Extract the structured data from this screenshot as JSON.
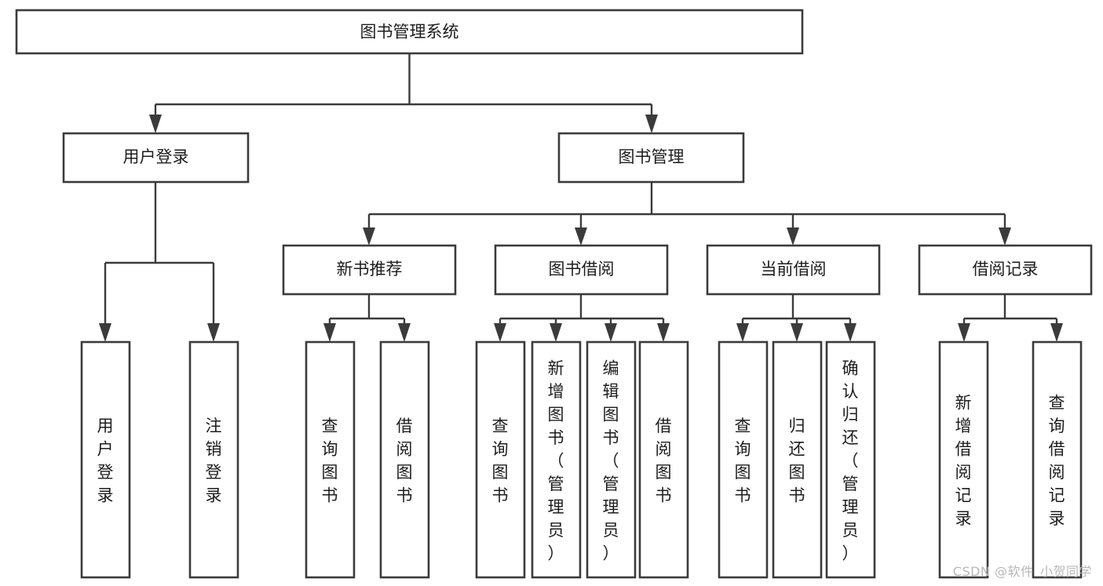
{
  "diagram": {
    "type": "tree",
    "title": "图书管理系统",
    "watermark": "CSDN @软件_小贺同学",
    "colors": {
      "box_stroke": "#3b3b3b",
      "box_fill": "#ffffff",
      "line": "#3b3b3b",
      "text": "#1d1d1d",
      "watermark": "#b8b8b8"
    },
    "root": {
      "label": "图书管理系统"
    },
    "level2": [
      {
        "label": "用户登录"
      },
      {
        "label": "图书管理"
      }
    ],
    "level3": [
      {
        "label": "新书推荐"
      },
      {
        "label": "图书借阅"
      },
      {
        "label": "当前借阅"
      },
      {
        "label": "借阅记录"
      }
    ],
    "leaves": {
      "user_login": [
        {
          "label": "用户登录"
        },
        {
          "label": "注销登录"
        }
      ],
      "new_book": [
        {
          "label": "查询图书"
        },
        {
          "label": "借阅图书"
        }
      ],
      "book_borrow": [
        {
          "label": "查询图书"
        },
        {
          "label": "新增图书（管理员）"
        },
        {
          "label": "编辑图书（管理员）"
        },
        {
          "label": "借阅图书"
        }
      ],
      "current_borrow": [
        {
          "label": "查询图书"
        },
        {
          "label": "归还图书"
        },
        {
          "label": "确认归还（管理员）"
        }
      ],
      "borrow_record": [
        {
          "label": "新增借阅记录"
        },
        {
          "label": "查询借阅记录"
        }
      ]
    }
  }
}
